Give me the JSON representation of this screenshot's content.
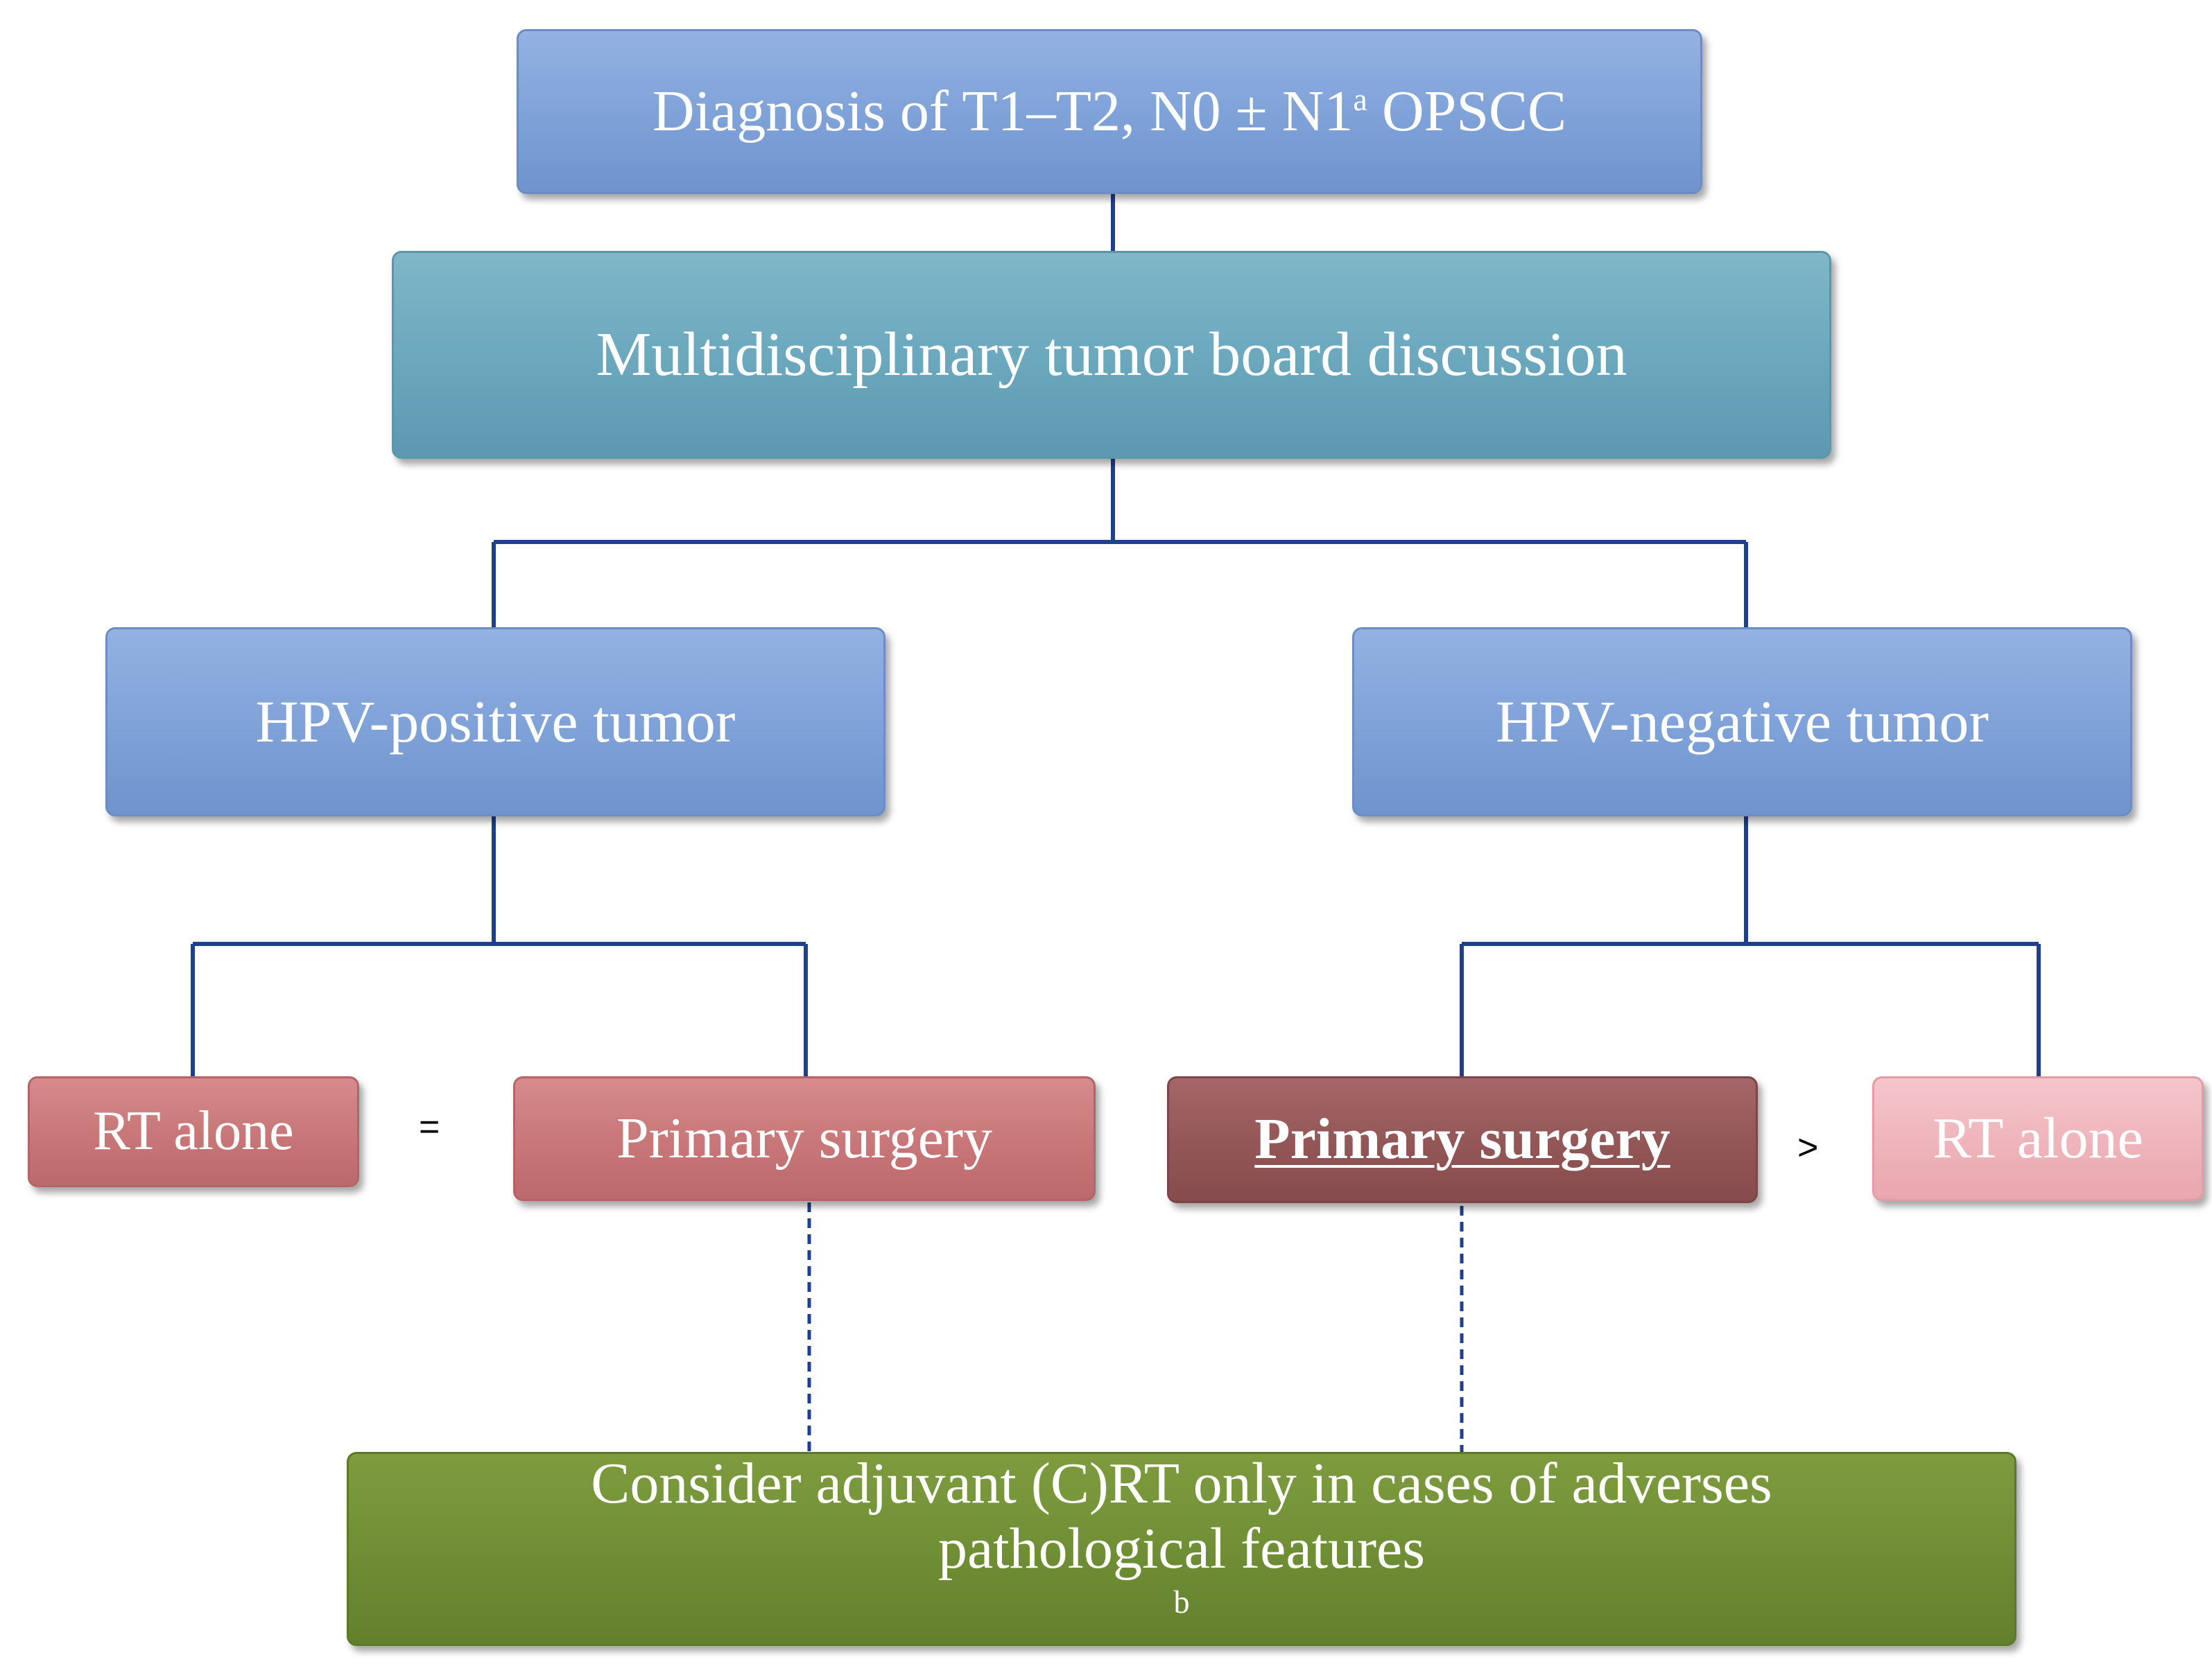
{
  "diagram": {
    "nodes": {
      "diagnosis": {
        "text": "Diagnosis of T1–T2, N0 ± N1",
        "sup": "a",
        "text_after": " OPSCC"
      },
      "tumor_board": {
        "text": "Multidisciplinary tumor board discussion"
      },
      "hpv_positive": {
        "text": "HPV-positive tumor"
      },
      "hpv_negative": {
        "text": "HPV-negative tumor"
      },
      "rt_alone_left": {
        "text": "RT alone"
      },
      "primary_surgery_left": {
        "text": "Primary surgery"
      },
      "primary_surgery_right": {
        "text": "Primary surgery"
      },
      "rt_alone_right": {
        "text": "RT alone"
      },
      "adjuvant": {
        "line1": "Consider adjuvant (C)RT only in cases of adverses",
        "line2": "pathological features",
        "sup": "b"
      }
    },
    "comparators": {
      "left": "=",
      "right": ">"
    },
    "colors": {
      "line": "#1f3f8f",
      "blue_box": "#7ea1d8",
      "teal_box": "#6aa7bd",
      "rose_box": "#c87677",
      "dark_rose_box": "#935657",
      "light_rose_box": "#efb4bb",
      "green_box": "#6f8d34"
    }
  }
}
